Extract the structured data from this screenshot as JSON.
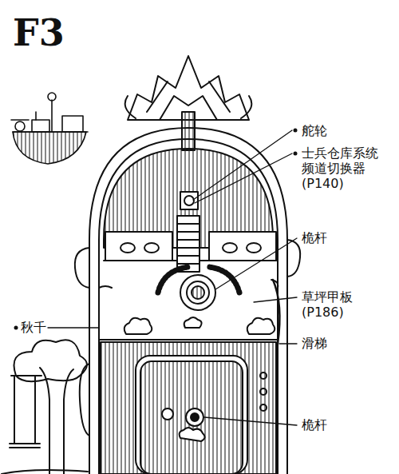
{
  "diagram": {
    "title": "F3",
    "labels": [
      "舵轮",
      "士兵仓库系统频道切换器(P140)",
      "桅杆",
      "草坪甲板(P186)",
      "滑梯",
      "秋千",
      "桅杆"
    ]
  }
}
